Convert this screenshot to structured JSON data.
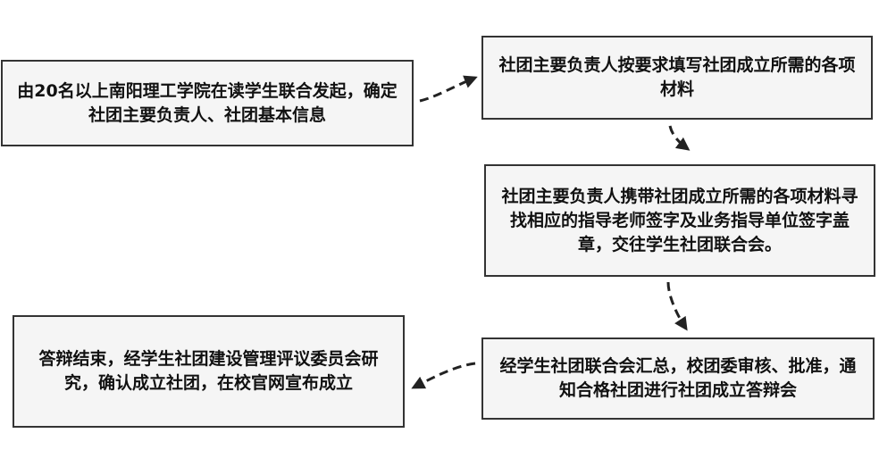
{
  "diagram": {
    "type": "flowchart",
    "colors": {
      "box_fill": "#f5f5f5",
      "box_border": "#333333",
      "text": "#111111",
      "edge": "#222222"
    },
    "nodes": [
      {
        "id": "n1",
        "text": "由20名以上南阳理工学院在读学生联合发起，确定社团主要负责人、社团基本信息"
      },
      {
        "id": "n2",
        "text": "社团主要负责人按要求填写社团成立所需的各项材料"
      },
      {
        "id": "n3",
        "text": "社团主要负责人携带社团成立所需的各项材料寻找相应的指导老师签字及业务指导单位签字盖章，交往学生社团联合会。"
      },
      {
        "id": "n4",
        "text": "经学生社团联合会汇总，校团委审核、批准，通知合格社团进行社团成立答辩会"
      },
      {
        "id": "n5",
        "text": "答辩结束，经学生社团建设管理评议委员会研究，确认成立社团，在校官网宣布成立"
      }
    ],
    "edges": [
      {
        "from": "n1",
        "to": "n2",
        "style": "dashed"
      },
      {
        "from": "n2",
        "to": "n3",
        "style": "dashed"
      },
      {
        "from": "n3",
        "to": "n4",
        "style": "dashed"
      },
      {
        "from": "n4",
        "to": "n5",
        "style": "dashed"
      }
    ]
  }
}
